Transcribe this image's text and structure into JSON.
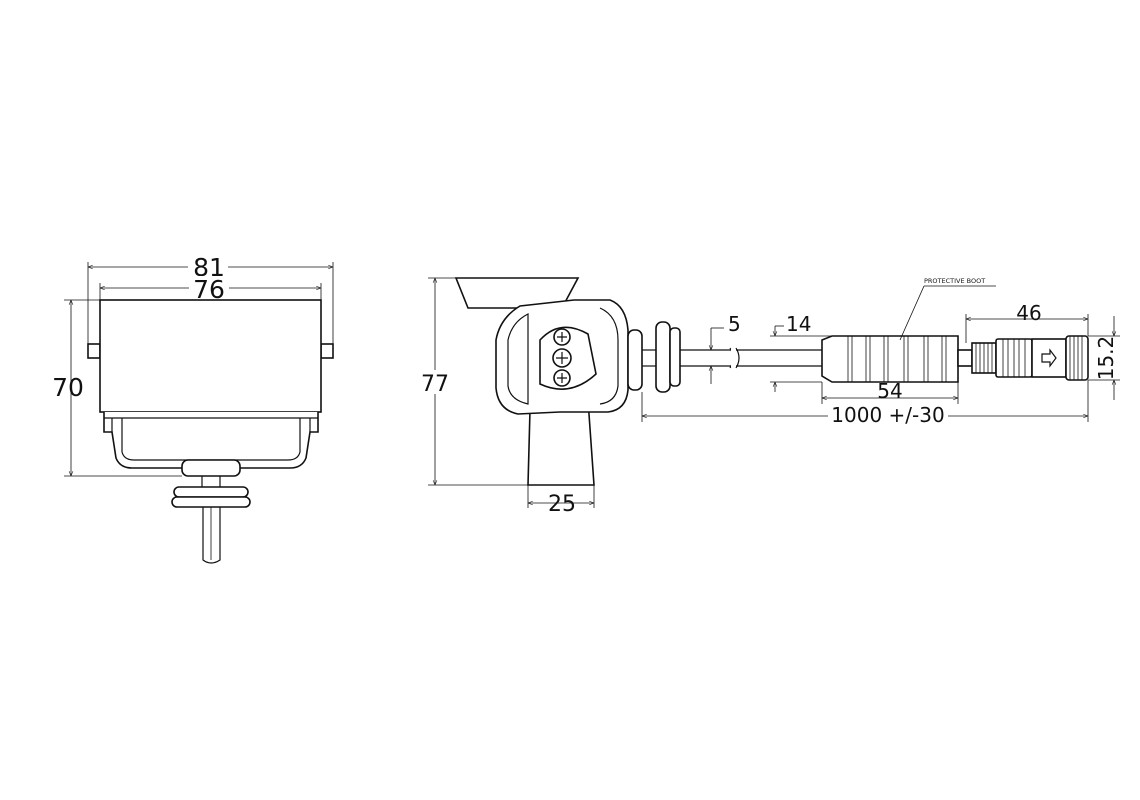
{
  "front_view": {
    "dim_width_outer": "81",
    "dim_width_inner": "76",
    "dim_height": "70"
  },
  "side_view": {
    "dim_height": "77",
    "dim_base_width": "25",
    "dim_cable_dia": "5",
    "dim_plug_dia": "14",
    "dim_plug_length": "54",
    "dim_socket_length": "46",
    "dim_socket_dia": "15.2",
    "dim_cable_length": "1000 +/-30",
    "callout_label": "PROTECTIVE BOOT"
  }
}
